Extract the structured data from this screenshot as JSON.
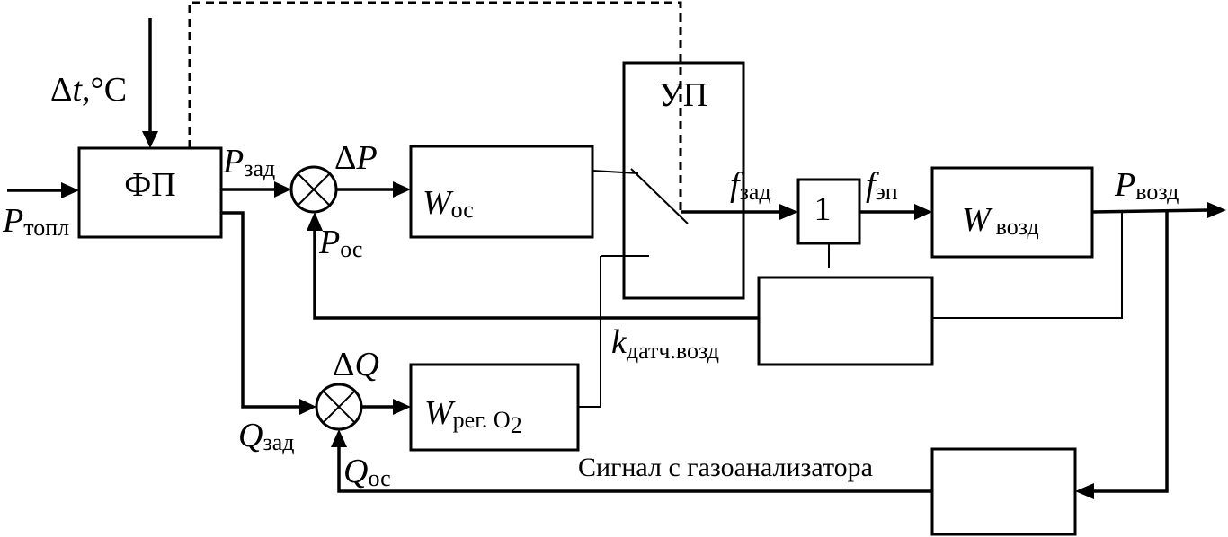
{
  "blocks": {
    "fp": "ФП",
    "up": "УП",
    "w_os": {
      "main": "W",
      "sub": "ос"
    },
    "one": "1",
    "w_vozd": {
      "main": "W",
      "sub": "возд"
    },
    "w_reg": {
      "main": "W",
      "sub": "рег. O",
      "subsub": "2"
    },
    "k_sensor": "",
    "gas_analyzer": ""
  },
  "labels": {
    "dt": {
      "delta": "Δ",
      "var": "t",
      "unit": ",°C"
    },
    "p_topl": {
      "main": "P",
      "sub": "топл"
    },
    "p_zad": {
      "main": "P",
      "sub": "зад"
    },
    "delta_p": {
      "delta": "Δ",
      "var": "P"
    },
    "p_os": {
      "main": "P",
      "sub": "ос"
    },
    "f_zad": {
      "main": "f",
      "sub": "зад"
    },
    "f_ep": {
      "main": "f",
      "sub": "эп"
    },
    "p_vozd": {
      "main": "P",
      "sub": "возд"
    },
    "k_datch": {
      "main": "k",
      "sub": "датч.возд"
    },
    "delta_q": {
      "delta": "Δ",
      "var": "Q"
    },
    "q_zad": {
      "main": "Q",
      "sub": "зад"
    },
    "q_os": {
      "main": "Q",
      "sub": "ос"
    },
    "gas_signal": "Сигнал с газоанализатора"
  }
}
